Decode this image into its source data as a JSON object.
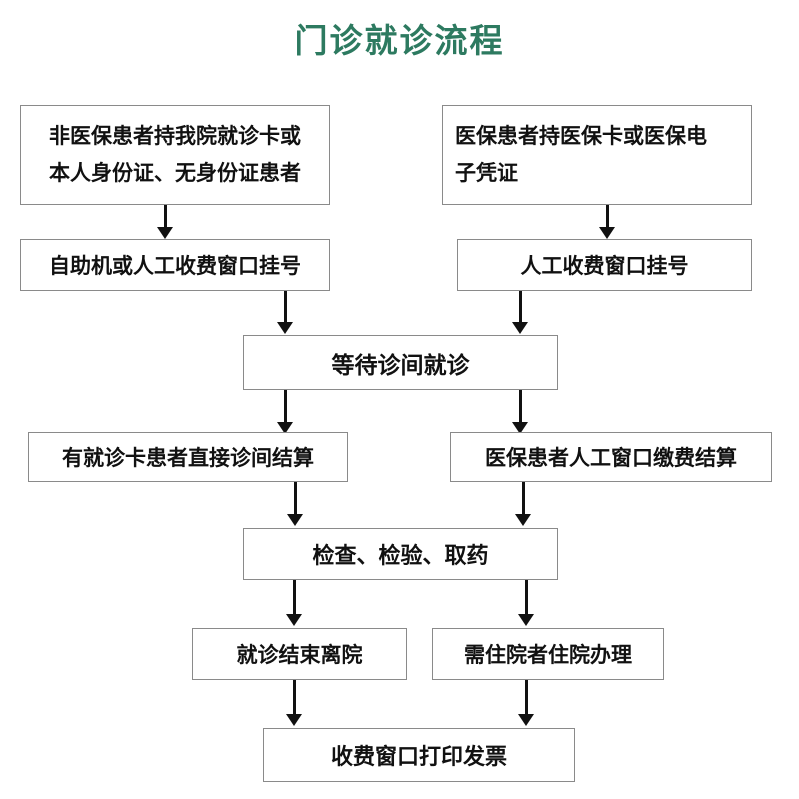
{
  "page": {
    "title": "门诊就诊流程",
    "title_color": "#2d7a60",
    "background_color": "#ffffff",
    "box_border_color": "#8a8a8a",
    "connector_color": "#111111"
  },
  "nodes": [
    {
      "id": "non-insured-patient",
      "lines": [
        "非医保患者持我院就诊卡或",
        "本人身份证、无身份证患者"
      ],
      "align": "center"
    },
    {
      "id": "insured-patient",
      "lines": [
        "医保患者持医保卡或医保电",
        "子凭证"
      ],
      "align": "left"
    },
    {
      "id": "self-service-or-manual-registration",
      "lines": [
        "自助机或人工收费窗口挂号"
      ],
      "align": "center"
    },
    {
      "id": "manual-window-registration",
      "lines": [
        "人工收费窗口挂号"
      ],
      "align": "center"
    },
    {
      "id": "wait-for-consultation",
      "lines": [
        "等待诊间就诊"
      ],
      "align": "center"
    },
    {
      "id": "card-holder-direct-settlement",
      "lines": [
        "有就诊卡患者直接诊间结算"
      ],
      "align": "center"
    },
    {
      "id": "insured-manual-window-settlement",
      "lines": [
        "医保患者人工窗口缴费结算"
      ],
      "align": "center"
    },
    {
      "id": "exam-test-medicine",
      "lines": [
        "检查、检验、取药"
      ],
      "align": "center"
    },
    {
      "id": "visit-end-leave-hospital",
      "lines": [
        "就诊结束离院"
      ],
      "align": "center"
    },
    {
      "id": "inpatient-admission",
      "lines": [
        "需住院者住院办理"
      ],
      "align": "center"
    },
    {
      "id": "print-invoice-at-window",
      "lines": [
        "收费窗口打印发票"
      ],
      "align": "center"
    }
  ]
}
